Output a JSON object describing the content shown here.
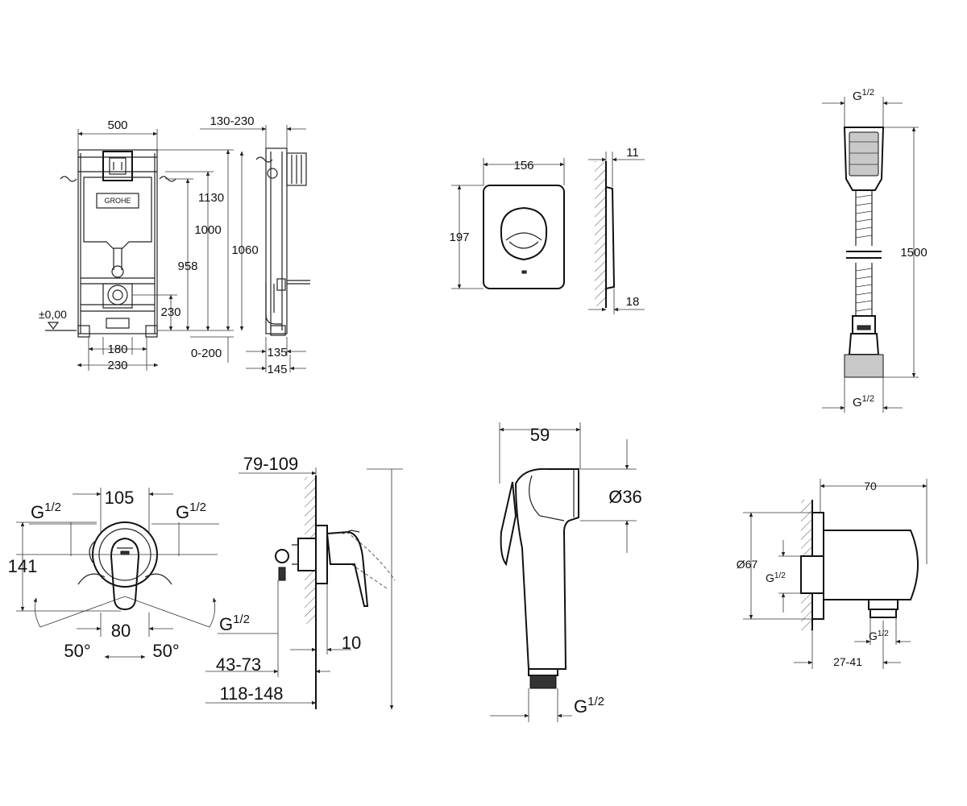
{
  "frame": {
    "w": "500",
    "h1": "1130",
    "h2": "1000",
    "h3": "958",
    "h4": "1060",
    "h5": "230",
    "zero": "±0,00",
    "b1": "180",
    "b2": "230",
    "depth_top": "130-230",
    "depth_b1": "0-200",
    "depth_b2": "135",
    "depth_b3": "145",
    "brand": "GROHE"
  },
  "plate": {
    "w": "156",
    "h": "197",
    "d1": "11",
    "d2": "18"
  },
  "hose": {
    "g_top": "G",
    "g_top_frac": "1/2",
    "len": "1500",
    "g_bot": "G",
    "g_bot_frac": "1/2"
  },
  "mixer_front": {
    "w": "105",
    "g_left": "G",
    "g_left_frac": "1/2",
    "g_right": "G",
    "g_right_frac": "1/2",
    "h": "141",
    "c": "80",
    "a_left": "50°",
    "a_right": "50°"
  },
  "mixer_side": {
    "d1": "79-109",
    "g": "G",
    "g_frac": "1/2",
    "d2": "10",
    "d3": "43-73",
    "d4": "118-148"
  },
  "handspray": {
    "w": "59",
    "dia": "Ø36",
    "g": "G",
    "g_frac": "1/2"
  },
  "elbow": {
    "w": "70",
    "dia": "Ø67",
    "g_in": "G",
    "g_in_frac": "1/2",
    "g_out": "G",
    "g_out_frac": "1/2",
    "d": "27-41"
  }
}
